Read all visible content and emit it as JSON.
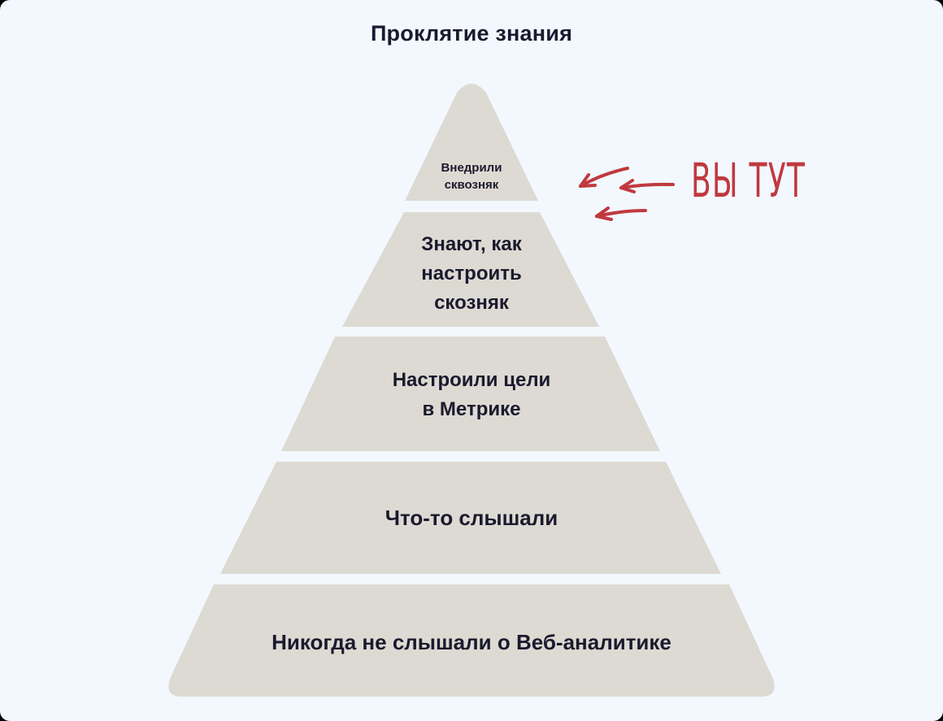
{
  "title": "Проклятие знания",
  "pyramid": {
    "fill_color": "#dddad3",
    "background_color": "#f2f8fe",
    "text_color": "#1a1a2e",
    "tiers": [
      {
        "level": 1,
        "label": "Внедрили\nсквозняк"
      },
      {
        "level": 2,
        "label": "Знают, как\nнастроить\nскозняк"
      },
      {
        "level": 3,
        "label": "Настроили цели\nв Метрике"
      },
      {
        "level": 4,
        "label": "Что-то слышали"
      },
      {
        "level": 5,
        "label": "Никогда не слышали о Веб-аналитике"
      }
    ]
  },
  "annotation": {
    "text": "ВЫ ТУТ",
    "color": "#c0393f",
    "arrow_count": 3,
    "arrow_icon": "arrow-left-icon"
  }
}
